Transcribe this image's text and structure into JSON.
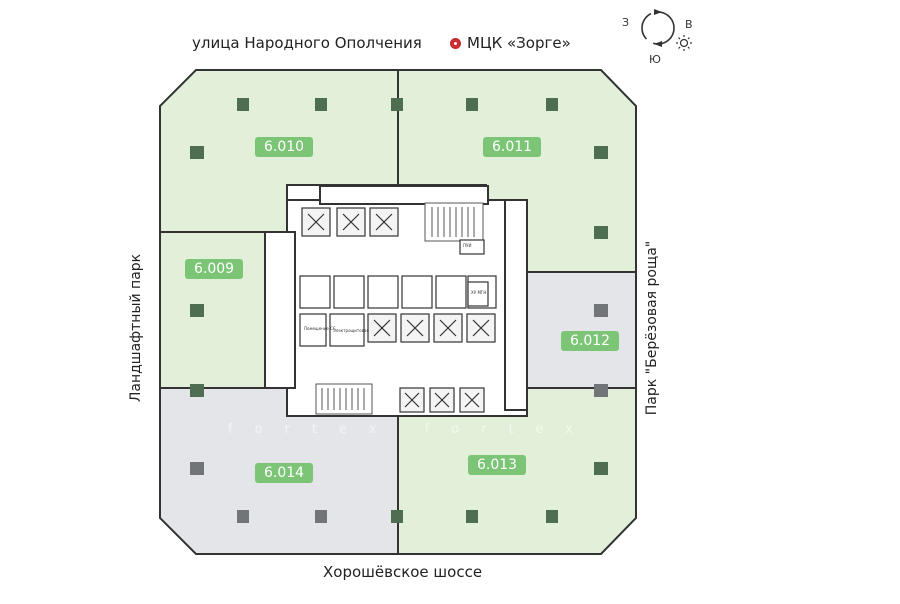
{
  "streets": {
    "top": "улица Народного Ополчения",
    "bottom": "Хорошёвское шоссе",
    "left": "Ландшафтный парк",
    "right": "Парк \"Берёзовая роща\""
  },
  "station": {
    "label": "МЦК «Зорге»",
    "color": "#c8262c"
  },
  "compass": {
    "west": "З",
    "east": "В",
    "south": "Ю",
    "icon": "sun-icon"
  },
  "units": [
    {
      "id": "6.010",
      "status": "available"
    },
    {
      "id": "6.011",
      "status": "available"
    },
    {
      "id": "6.009",
      "status": "available"
    },
    {
      "id": "6.012",
      "status": "sold"
    },
    {
      "id": "6.013",
      "status": "available"
    },
    {
      "id": "6.014",
      "status": "sold"
    }
  ],
  "core_labels": {
    "room_1": "Помещение СС",
    "room_2": "Электрощитовая",
    "room_3": "ПУИ",
    "room_4": "ХУ МГН"
  },
  "watermark": "fortex fortex",
  "colors": {
    "available": "#e2f0d9",
    "sold": "#e3e5e8",
    "badge": "#7cc576",
    "column": "#4e6e52",
    "column_sold": "#727578"
  }
}
